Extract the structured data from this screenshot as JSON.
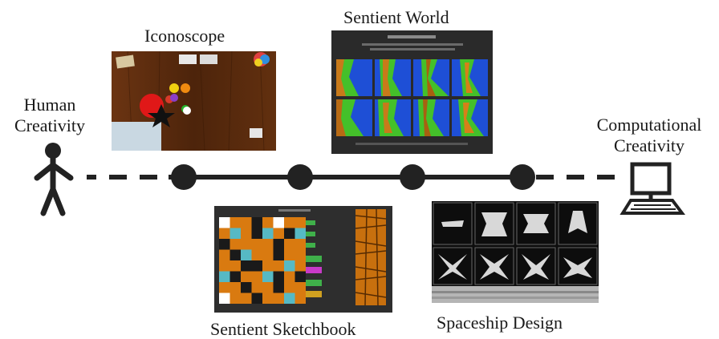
{
  "labels": {
    "iconoscope": "Iconoscope",
    "sentient_world": "Sentient World",
    "human_creativity_line1": "Human",
    "human_creativity_line2": "Creativity",
    "computational_creativity_line1": "Computational",
    "computational_creativity_line2": "Creativity",
    "sentient_sketchbook": "Sentient Sketchbook",
    "spaceship_design": "Spaceship Design"
  },
  "timeline": {
    "nodes": 4,
    "color": "#222222"
  },
  "colors": {
    "timeline": "#222222",
    "wood": "#5a2c10",
    "sketch_orange": "#d97a10",
    "sketch_cyan": "#56b9c4",
    "world_blue": "#1e4fd6",
    "world_green": "#44c02a"
  },
  "icons": [
    "stick-figure-icon",
    "computer-icon"
  ]
}
